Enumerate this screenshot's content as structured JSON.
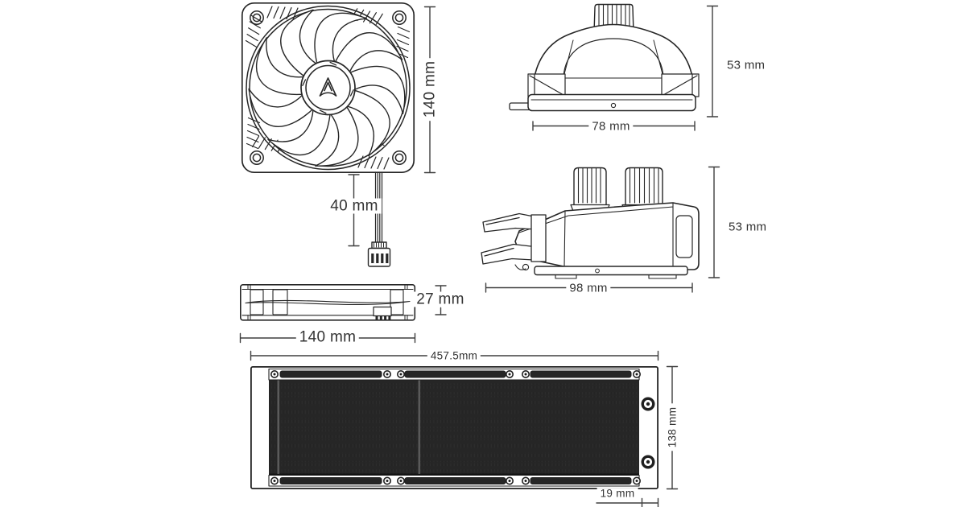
{
  "colors": {
    "background": "#ffffff",
    "line": "#262626",
    "dimension_line": "#3e3e3e",
    "label_text": "#333333",
    "radiator_core": "#262626"
  },
  "views": {
    "fan_front": {
      "height": "140 mm"
    },
    "fan_cable": {
      "length": "40 mm"
    },
    "fan_side": {
      "thickness": "27 mm",
      "width": "140 mm"
    },
    "pump_front": {
      "height": "53 mm",
      "width": "78 mm"
    },
    "pump_side": {
      "height": "53 mm",
      "width": "98 mm"
    },
    "radiator": {
      "length": "457.5mm",
      "height": "138 mm",
      "tank_depth": "19 mm"
    }
  }
}
